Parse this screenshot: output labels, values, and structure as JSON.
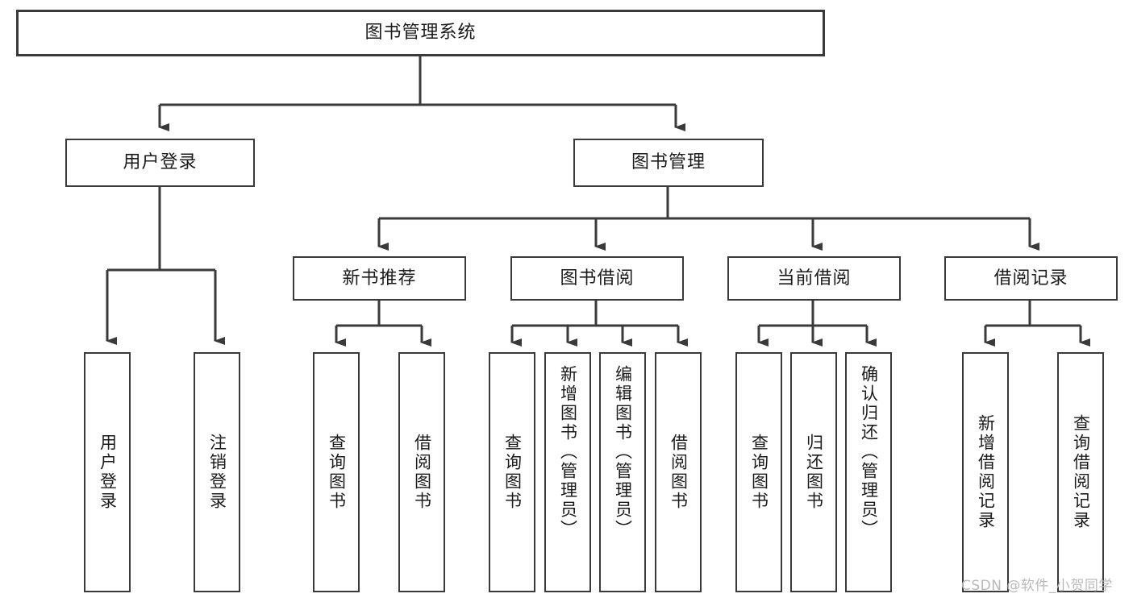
{
  "diagram": {
    "type": "tree",
    "title": "图书管理系统",
    "root": {
      "id": "root",
      "label": "图书管理系统"
    },
    "level1": [
      {
        "id": "user-login",
        "label": "用户登录"
      },
      {
        "id": "book-manage",
        "label": "图书管理"
      }
    ],
    "level2": [
      {
        "id": "new-book-rec",
        "label": "新书推荐",
        "parent": "book-manage"
      },
      {
        "id": "book-borrow",
        "label": "图书借阅",
        "parent": "book-manage"
      },
      {
        "id": "current-borrow",
        "label": "当前借阅",
        "parent": "book-manage"
      },
      {
        "id": "borrow-record",
        "label": "借阅记录",
        "parent": "book-manage"
      }
    ],
    "leaves": [
      {
        "id": "leaf-user-login",
        "label": "用户登录",
        "parent": "user-login"
      },
      {
        "id": "leaf-logout",
        "label": "注销登录",
        "parent": "user-login"
      },
      {
        "id": "leaf-query-book-1",
        "label": "查询图书",
        "parent": "new-book-rec"
      },
      {
        "id": "leaf-borrow-book-1",
        "label": "借阅图书",
        "parent": "new-book-rec"
      },
      {
        "id": "leaf-query-book-2",
        "label": "查询图书",
        "parent": "book-borrow"
      },
      {
        "id": "leaf-add-book",
        "label": "新增图书（管理员）",
        "parent": "book-borrow"
      },
      {
        "id": "leaf-edit-book",
        "label": "编辑图书（管理员）",
        "parent": "book-borrow"
      },
      {
        "id": "leaf-borrow-book-2",
        "label": "借阅图书",
        "parent": "book-borrow"
      },
      {
        "id": "leaf-query-book-3",
        "label": "查询图书",
        "parent": "current-borrow"
      },
      {
        "id": "leaf-return-book",
        "label": "归还图书",
        "parent": "current-borrow"
      },
      {
        "id": "leaf-confirm-return",
        "label": "确认归还（管理员）",
        "parent": "current-borrow"
      },
      {
        "id": "leaf-add-record",
        "label": "新增借阅记录",
        "parent": "borrow-record"
      },
      {
        "id": "leaf-query-record",
        "label": "查询借阅记录",
        "parent": "borrow-record"
      }
    ],
    "colors": {
      "box_border": "#3a3a3a",
      "box_fill": "#ffffff",
      "connector": "#3a3a3a",
      "text": "#1b1b1b",
      "watermark": "#b9b9b9",
      "background": "#ffffff"
    }
  },
  "watermark": {
    "text": "CSDN @软件_小贺同学"
  }
}
